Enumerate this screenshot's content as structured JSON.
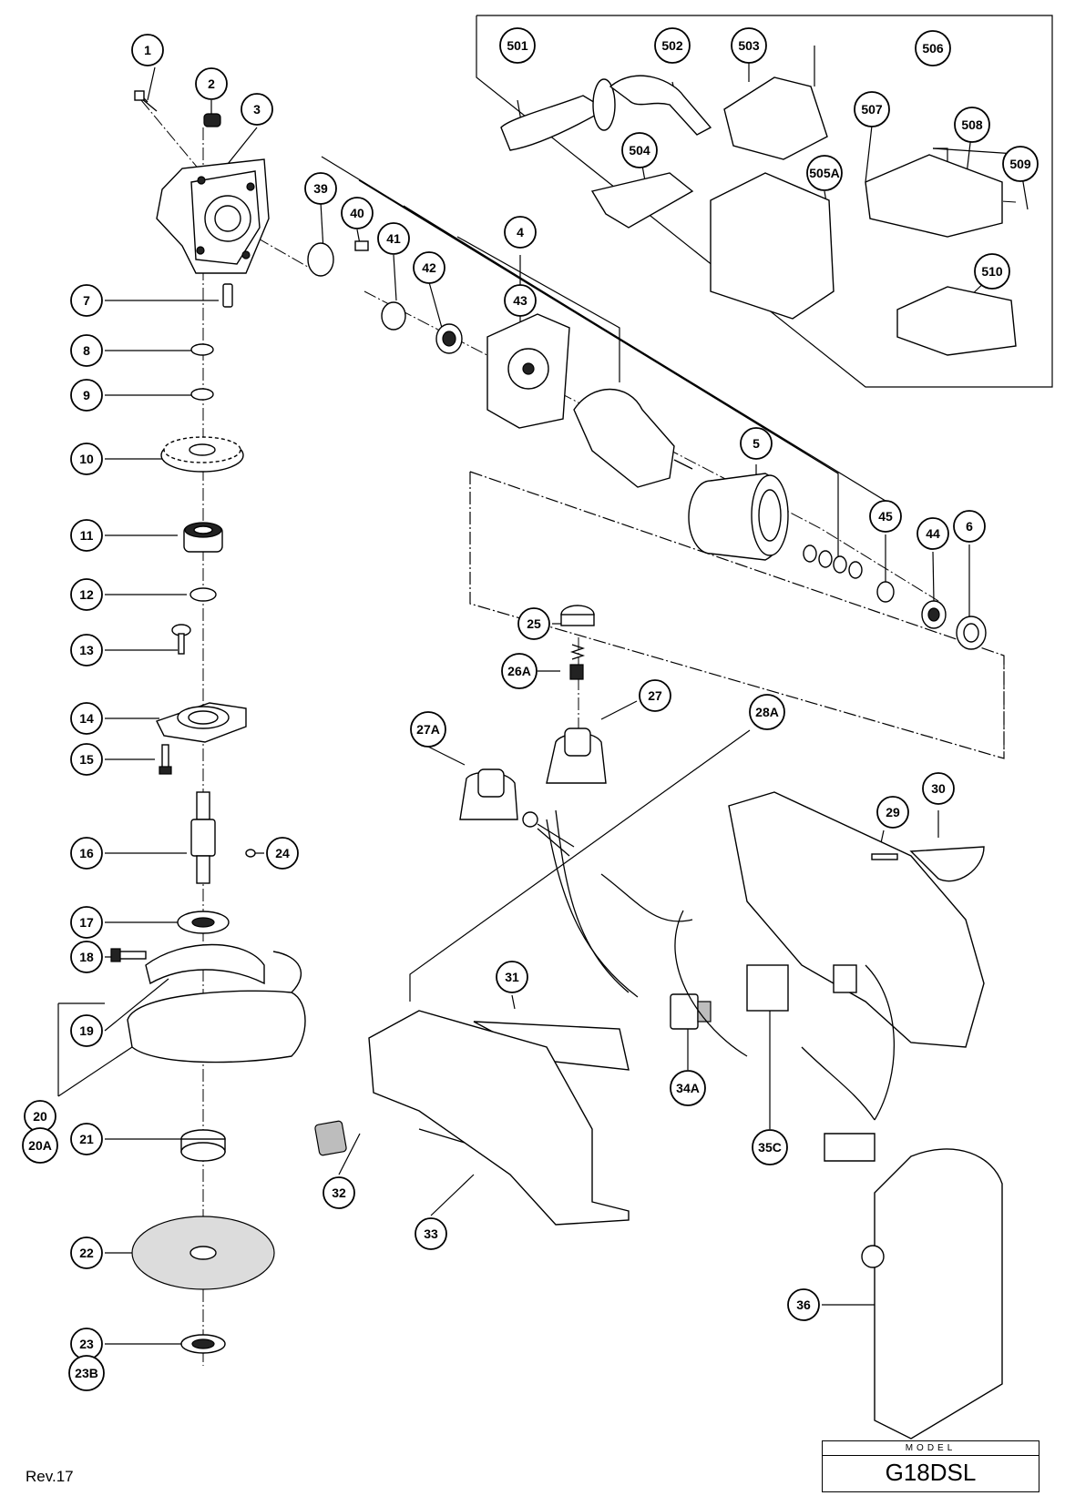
{
  "model": {
    "label": "MODEL",
    "name": "G18DSL"
  },
  "revision": "Rev.17",
  "callouts": [
    {
      "id": "1",
      "label": "1"
    },
    {
      "id": "2",
      "label": "2"
    },
    {
      "id": "3",
      "label": "3"
    },
    {
      "id": "4",
      "label": "4"
    },
    {
      "id": "5",
      "label": "5"
    },
    {
      "id": "6",
      "label": "6"
    },
    {
      "id": "7",
      "label": "7"
    },
    {
      "id": "8",
      "label": "8"
    },
    {
      "id": "9",
      "label": "9"
    },
    {
      "id": "10",
      "label": "10"
    },
    {
      "id": "11",
      "label": "11"
    },
    {
      "id": "12",
      "label": "12"
    },
    {
      "id": "13",
      "label": "13"
    },
    {
      "id": "14",
      "label": "14"
    },
    {
      "id": "15",
      "label": "15"
    },
    {
      "id": "16",
      "label": "16"
    },
    {
      "id": "17",
      "label": "17"
    },
    {
      "id": "18",
      "label": "18"
    },
    {
      "id": "19",
      "label": "19"
    },
    {
      "id": "20",
      "label": "20"
    },
    {
      "id": "20A",
      "label": "20A"
    },
    {
      "id": "21",
      "label": "21"
    },
    {
      "id": "22",
      "label": "22"
    },
    {
      "id": "23",
      "label": "23"
    },
    {
      "id": "23B",
      "label": "23B"
    },
    {
      "id": "24",
      "label": "24"
    },
    {
      "id": "25",
      "label": "25"
    },
    {
      "id": "26A",
      "label": "26A"
    },
    {
      "id": "27",
      "label": "27"
    },
    {
      "id": "27A",
      "label": "27A"
    },
    {
      "id": "28A",
      "label": "28A"
    },
    {
      "id": "29",
      "label": "29"
    },
    {
      "id": "30",
      "label": "30"
    },
    {
      "id": "31",
      "label": "31"
    },
    {
      "id": "32",
      "label": "32"
    },
    {
      "id": "33",
      "label": "33"
    },
    {
      "id": "34A",
      "label": "34A"
    },
    {
      "id": "35C",
      "label": "35C"
    },
    {
      "id": "36",
      "label": "36"
    },
    {
      "id": "39",
      "label": "39"
    },
    {
      "id": "40",
      "label": "40"
    },
    {
      "id": "41",
      "label": "41"
    },
    {
      "id": "42",
      "label": "42"
    },
    {
      "id": "43",
      "label": "43"
    },
    {
      "id": "44",
      "label": "44"
    },
    {
      "id": "45",
      "label": "45"
    },
    {
      "id": "501",
      "label": "501"
    },
    {
      "id": "502",
      "label": "502"
    },
    {
      "id": "503",
      "label": "503"
    },
    {
      "id": "504",
      "label": "504"
    },
    {
      "id": "505A",
      "label": "505A"
    },
    {
      "id": "506",
      "label": "506"
    },
    {
      "id": "507",
      "label": "507"
    },
    {
      "id": "508",
      "label": "508"
    },
    {
      "id": "509",
      "label": "509"
    },
    {
      "id": "510",
      "label": "510"
    }
  ]
}
